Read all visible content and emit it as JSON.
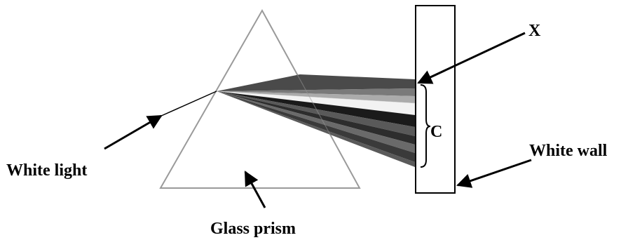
{
  "labels": {
    "x": "X",
    "c": "C",
    "white_light": "White light",
    "white_wall": "White wall",
    "glass_prism": "Glass prism"
  },
  "colors": {
    "prism_outline": "#999999",
    "wall_outline": "#000000",
    "arrows": "#000000",
    "background": "#ffffff"
  }
}
